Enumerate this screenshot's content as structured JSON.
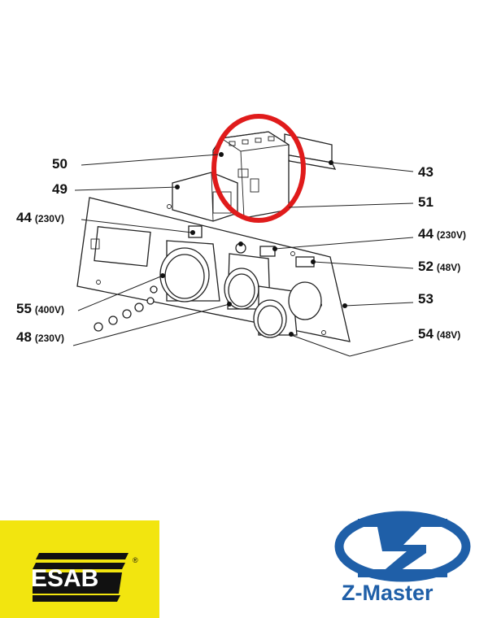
{
  "callouts": {
    "c50": {
      "num": "50",
      "sub": ""
    },
    "c49": {
      "num": "49",
      "sub": ""
    },
    "c44a": {
      "num": "44",
      "sub": "(230V)"
    },
    "c55": {
      "num": "55",
      "sub": "(400V)"
    },
    "c48": {
      "num": "48",
      "sub": "(230V)"
    },
    "c43": {
      "num": "43",
      "sub": ""
    },
    "c51": {
      "num": "51",
      "sub": ""
    },
    "c44b": {
      "num": "44",
      "sub": "(230V)"
    },
    "c52": {
      "num": "52",
      "sub": "(48V)"
    },
    "c53": {
      "num": "53",
      "sub": ""
    },
    "c54": {
      "num": "54",
      "sub": "(48V)"
    }
  },
  "highlight_color": "#e01b1b",
  "logos": {
    "esab": {
      "text": "ESAB",
      "registered": "®",
      "background": "#f2e50f"
    },
    "zmaster": {
      "text": "Z-Master",
      "color": "#1f5fa8"
    }
  }
}
